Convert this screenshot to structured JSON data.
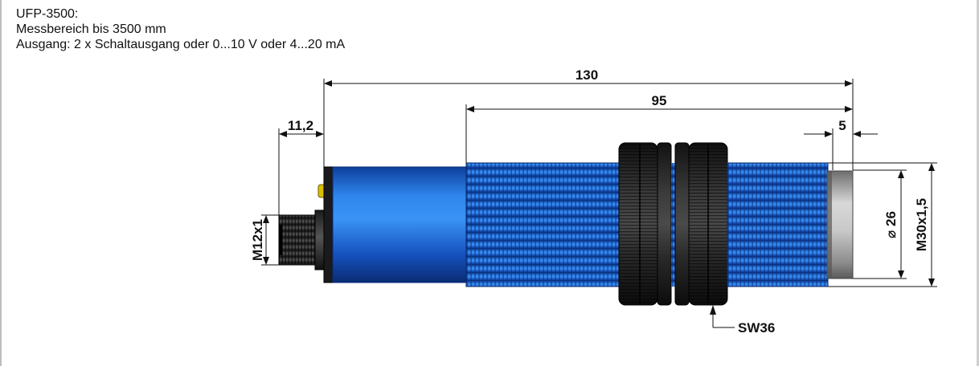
{
  "header": {
    "model": "UFP-3500:",
    "range": "Messbereich bis 3500 mm",
    "output": "Ausgang: 2 x Schaltausgang oder 0...10 V oder 4...20 mA"
  },
  "dimensions": {
    "total_length": "130",
    "thread_length": "95",
    "transducer_offset": "5",
    "connector_length": "11,2",
    "connector_thread": "M12x1",
    "face_diameter": "⌀ 26",
    "housing_thread": "M30x1,5",
    "wrench_size": "SW36"
  },
  "colors": {
    "housing_blue": "#1f6fd6",
    "nut_black": "#222222",
    "face_grey": "#b8b8b8",
    "led_yellow": "#d8c000"
  }
}
